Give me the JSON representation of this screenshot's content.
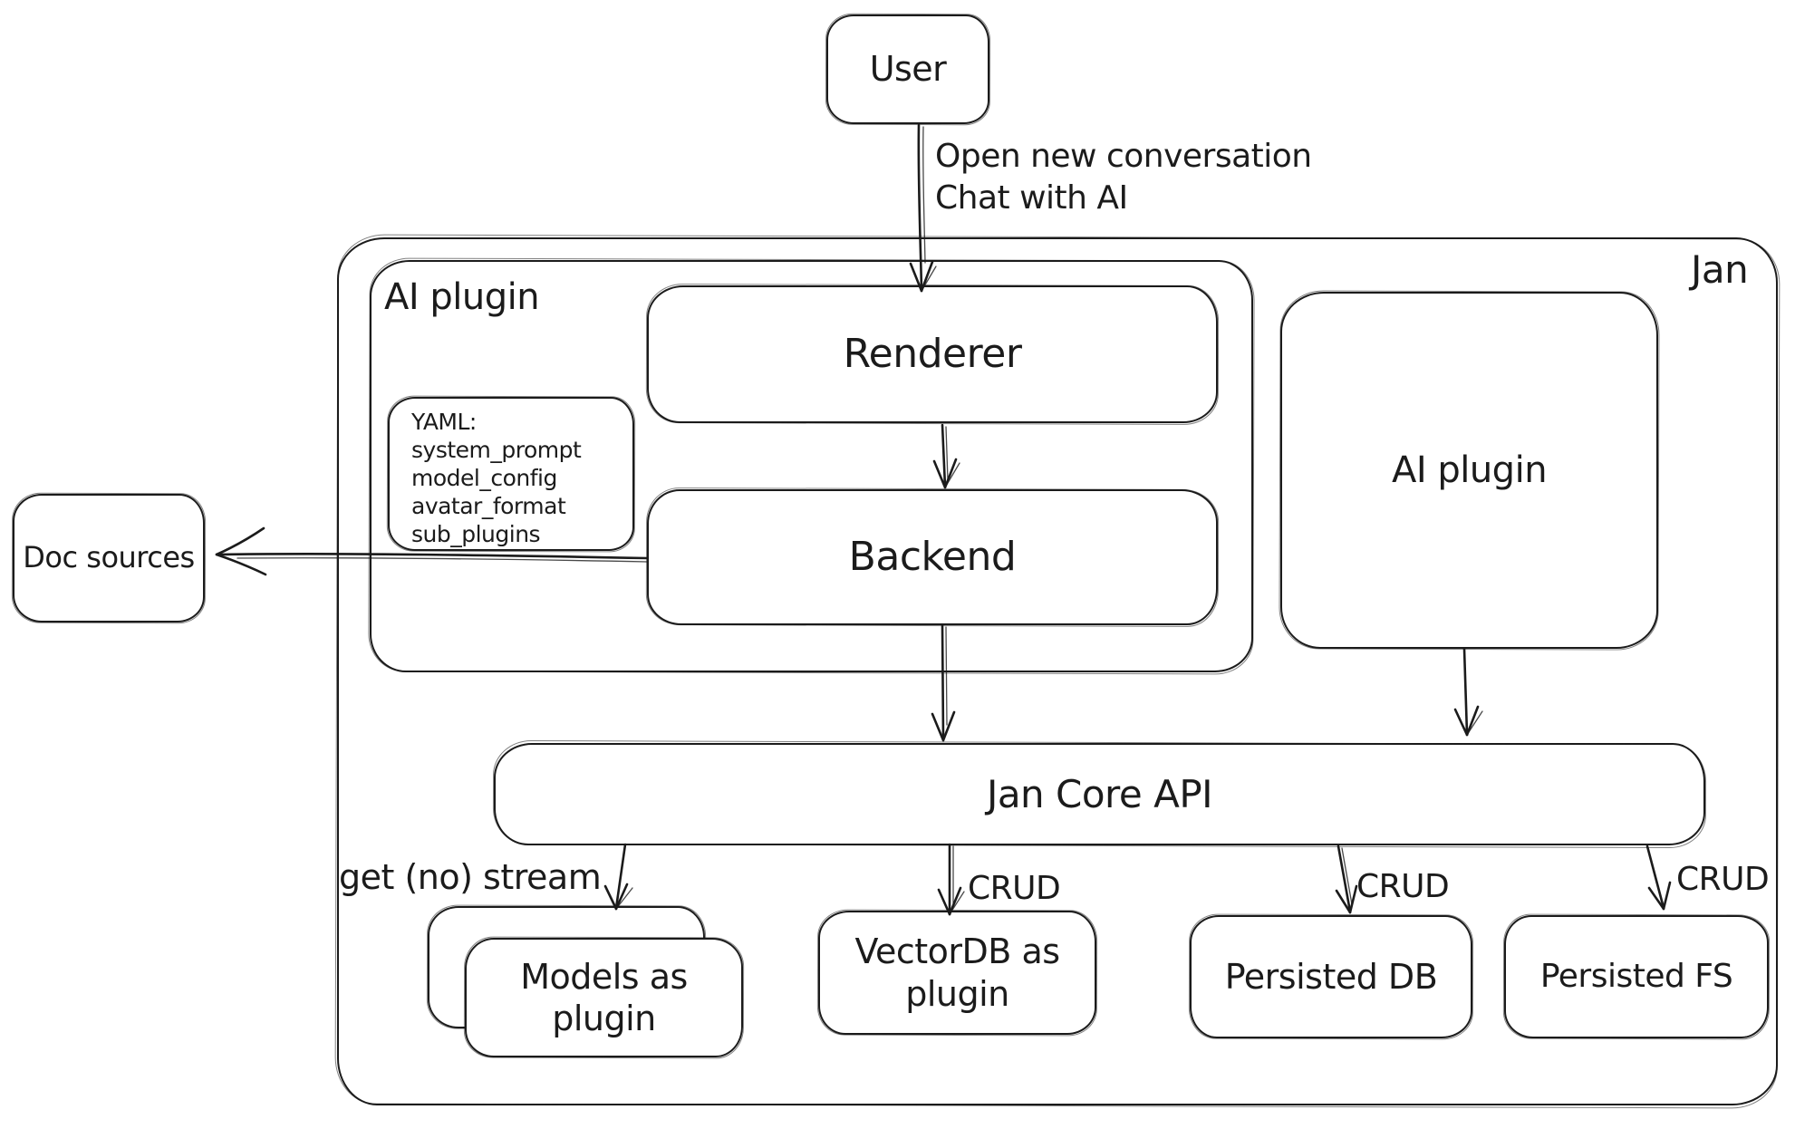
{
  "diagram": {
    "colors": {
      "stroke": "#1b1b1b",
      "background": "#ffffff"
    },
    "nodes": {
      "user": {
        "label": "User"
      },
      "jan": {
        "label": "Jan"
      },
      "ai_plugin_left": {
        "label": "AI plugin"
      },
      "renderer": {
        "label": "Renderer"
      },
      "backend": {
        "label": "Backend"
      },
      "yaml_note": {
        "lines": [
          "YAML:",
          "system_prompt",
          "model_config",
          "avatar_format",
          "sub_plugins"
        ]
      },
      "doc_sources": {
        "label": "Doc sources"
      },
      "ai_plugin_right": {
        "label": "AI plugin"
      },
      "jan_core_api": {
        "label": "Jan Core API"
      },
      "models_plugin": {
        "label": "Models as plugin"
      },
      "vectordb_plugin": {
        "label": "VectorDB as plugin"
      },
      "persisted_db": {
        "label": "Persisted DB"
      },
      "persisted_fs": {
        "label": "Persisted FS"
      }
    },
    "edges": {
      "user_flow": {
        "line1": "Open new conversation",
        "line2": "Chat with AI"
      },
      "get_stream": {
        "label": "get (no) stream"
      },
      "crud_vectordb": {
        "label": "CRUD"
      },
      "crud_db": {
        "label": "CRUD"
      },
      "crud_fs": {
        "label": "CRUD"
      }
    }
  }
}
